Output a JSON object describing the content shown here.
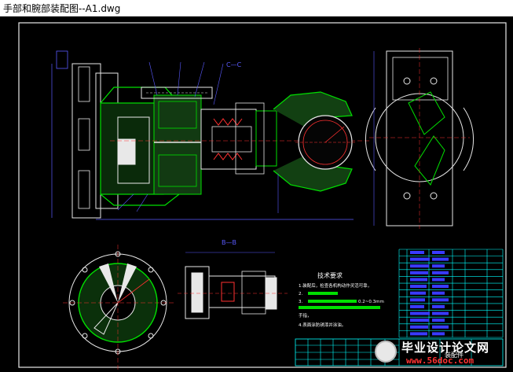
{
  "window": {
    "title": "手部和腕部装配图--A1.dwg"
  },
  "drawing": {
    "section_label": "C—C",
    "view_label": "B—B",
    "tech_req": {
      "heading": "技术要求",
      "line1": "1.装配后，检查各机构动作灵活可靠，",
      "line2": "2.",
      "line3": "3.",
      "line3_value": "0.2~0.3mm",
      "line4": "手指，",
      "line5": "4.表面涂防锈漆并涂油。"
    },
    "title_block": {
      "name": "装配件"
    }
  },
  "watermark": {
    "title": "毕业设计论文网",
    "url": "www.56doc.com"
  },
  "colors": {
    "background": "#000000",
    "frame": "#ffffff",
    "part": "#00e000",
    "outline": "#e8e8e8",
    "dimension": "#5a5aff",
    "center": "#ff3030",
    "table_line": "#00ffff"
  }
}
